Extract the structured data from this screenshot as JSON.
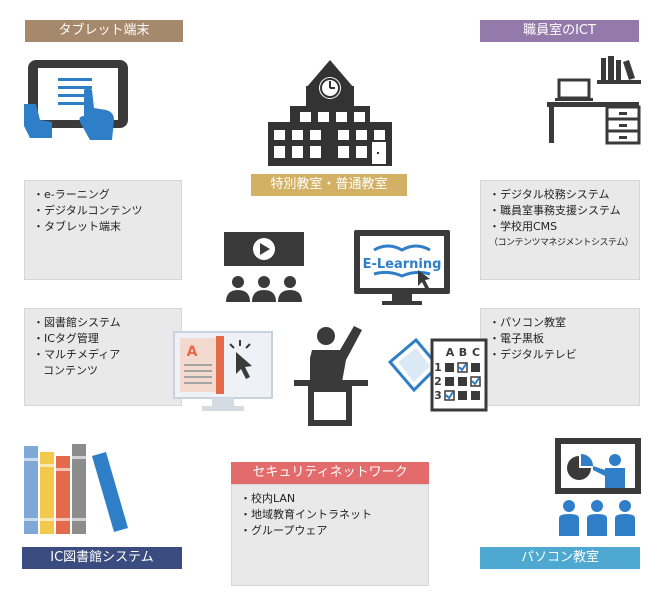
{
  "labels": {
    "tablet": "タブレット端末",
    "staff_ict": "職員室のICT",
    "classroom": "特別教室・普通教室",
    "security": "セキュリティネットワーク",
    "library": "IC図書館システム",
    "pc_room": "パソコン教室"
  },
  "boxes": {
    "tablet": [
      "・e-ラーニング",
      "・デジタルコンテンツ",
      "・タブレット端末"
    ],
    "staff": [
      "・デジタル校務システム",
      "・職員室事務支援システム",
      "・学校用CMS",
      "（コンテンツマネジメントシステム）"
    ],
    "library": [
      "・図書館システム",
      "・ICタグ管理",
      "・マルチメディア",
      "コンテンツ"
    ],
    "pc": [
      "・パソコン教室",
      "・電子黒板",
      "・デジタルテレビ"
    ],
    "security": [
      "・校内LAN",
      "・地域教育イントラネット",
      "・グループウェア"
    ]
  },
  "center": {
    "elearning_text": "E-Learning",
    "checklist_letters": [
      "A",
      "B",
      "C"
    ],
    "checklist_numbers": [
      "1",
      "2",
      "3"
    ]
  },
  "colors": {
    "tablet": "#a6896c",
    "staff": "#9479ab",
    "classroom": "#d2b064",
    "security": "#e36b6b",
    "library": "#3b4d80",
    "pc": "#4ea8cf",
    "icon_dark": "#3a3a3a",
    "icon_blue": "#2f7fc8"
  }
}
